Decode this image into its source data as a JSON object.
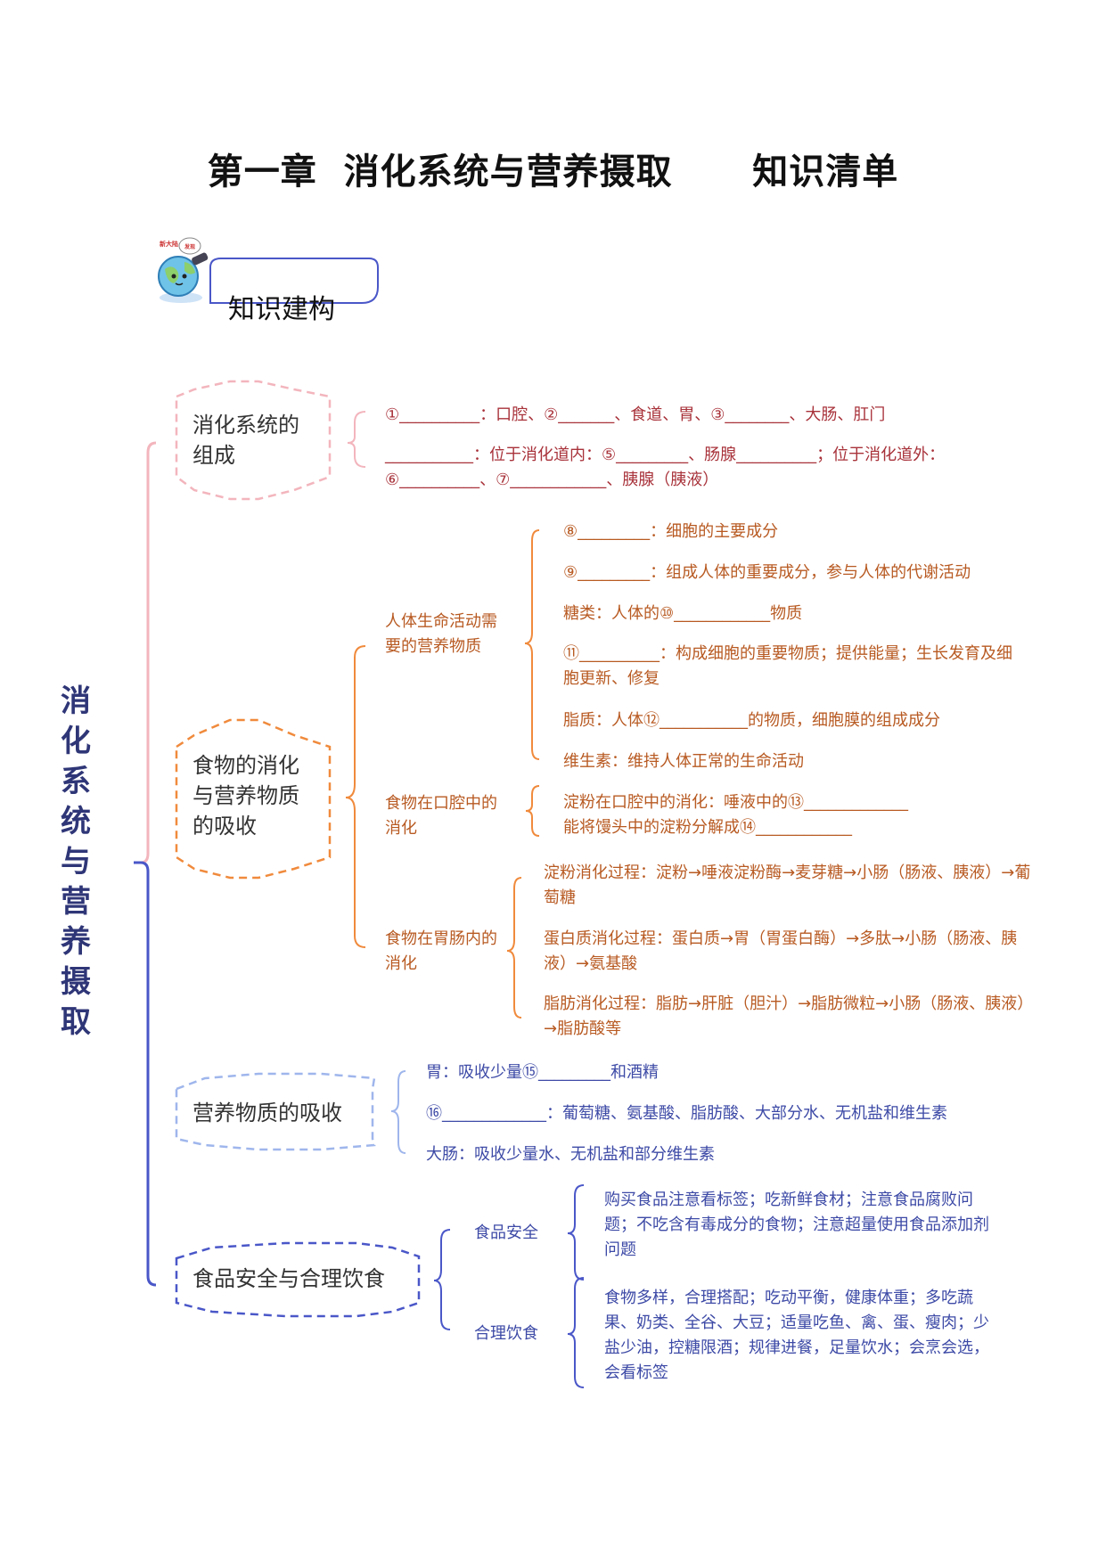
{
  "title": "第一章  消化系统与营养摄取      知识清单",
  "header": {
    "label": "知识建构",
    "badge_text": "发现新大陆"
  },
  "vertical_title": "消化系统与营养摄取",
  "colors": {
    "pink": "#f3b5bd",
    "orange": "#f08a3c",
    "blue_light": "#9fb6ec",
    "blue": "#4a57c8",
    "text_red": "#a8323a",
    "text_orange": "#b85a22",
    "text_blue": "#3d4aa6"
  },
  "sections": {
    "composition": {
      "label": "消化系统的组成",
      "line1": "①__________：口腔、②_______、食道、胃、③________、大肠、肛门",
      "line2": "___________：位于消化道内：⑤_________、肠腺__________；位于消化道外：",
      "line3": "⑥__________、⑦____________、胰腺（胰液）"
    },
    "digestion": {
      "label": "食物的消化与营养物质的吸收",
      "nutrients": {
        "label": "人体生命活动需要的营养物质",
        "items": [
          "⑧_________：细胞的主要成分",
          "⑨_________：组成人体的重要成分，参与人体的代谢活动",
          "糖类：人体的⑩____________物质",
          "⑪__________：构成细胞的重要物质；提供能量；生长发育及细胞更新、修复",
          "脂质：人体⑫___________的物质，细胞膜的组成成分",
          "维生素：维持人体正常的生命活动"
        ]
      },
      "mouth": {
        "label": "食物在口腔中的消化",
        "items": [
          "淀粉在口腔中的消化：唾液中的⑬_____________",
          "能将馒头中的淀粉分解成⑭____________"
        ]
      },
      "gut": {
        "label": "食物在胃肠内的消化",
        "items": [
          "淀粉消化过程：淀粉→唾液淀粉酶→麦芽糖→小肠（肠液、胰液）→葡萄糖",
          "蛋白质消化过程：蛋白质→胃（胃蛋白酶）→多肽→小肠（肠液、胰液）→氨基酸",
          "脂肪消化过程：脂肪→肝脏（胆汁）→脂肪微粒→小肠（肠液、胰液）→脂肪酸等"
        ]
      }
    },
    "absorption": {
      "label": "营养物质的吸收",
      "items": [
        "胃：吸收少量⑮_________和酒精",
        "⑯_____________：葡萄糖、氨基酸、脂肪酸、大部分水、无机盐和维生素",
        "大肠：吸收少量水、无机盐和部分维生素"
      ]
    },
    "safety": {
      "label": "食品安全与合理饮食",
      "food_safety": {
        "label": "食品安全",
        "text": "购买食品注意看标签；吃新鲜食材；注意食品腐败问题；不吃含有毒成分的食物；注意超量使用食品添加剂问题"
      },
      "diet": {
        "label": "合理饮食",
        "text": "食物多样，合理搭配；吃动平衡，健康体重；多吃蔬果、奶类、全谷、大豆；适量吃鱼、禽、蛋、瘦肉；少盐少油，控糖限酒；规律进餐，足量饮水；会烹会选，会看标签"
      }
    }
  }
}
